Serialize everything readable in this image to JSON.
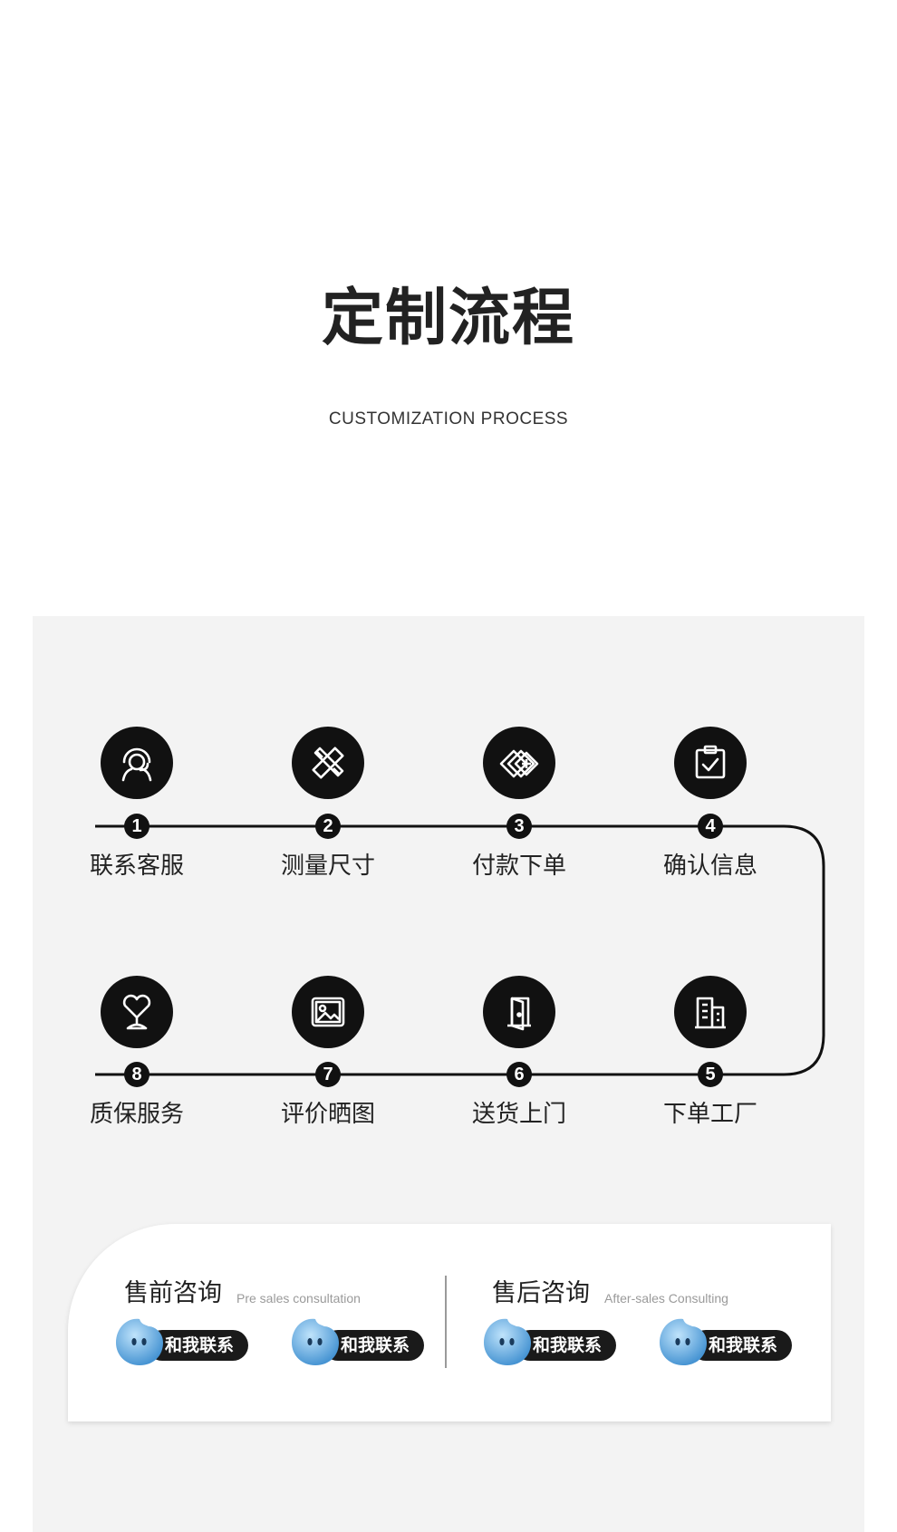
{
  "header": {
    "title": "定制流程",
    "subtitle": "CUSTOMIZATION PROCESS"
  },
  "steps": [
    {
      "num": "1",
      "label": "联系客服",
      "icon": "customer-service-icon"
    },
    {
      "num": "2",
      "label": "测量尺寸",
      "icon": "ruler-pencil-icon"
    },
    {
      "num": "3",
      "label": "付款下单",
      "icon": "cards-payment-icon"
    },
    {
      "num": "4",
      "label": "确认信息",
      "icon": "clipboard-check-icon"
    },
    {
      "num": "5",
      "label": "下单工厂",
      "icon": "factory-building-icon"
    },
    {
      "num": "6",
      "label": "送货上门",
      "icon": "door-icon"
    },
    {
      "num": "7",
      "label": "评价晒图",
      "icon": "image-icon"
    },
    {
      "num": "8",
      "label": "质保服务",
      "icon": "heart-trophy-icon"
    }
  ],
  "contact": {
    "presales": {
      "title": "售前咨询",
      "subtitle": "Pre sales consultation"
    },
    "aftersales": {
      "title": "售后咨询",
      "subtitle": "After-sales Consulting"
    },
    "buttons": [
      {
        "label": "和我联系"
      },
      {
        "label": "和我联系"
      },
      {
        "label": "和我联系"
      },
      {
        "label": "和我联系"
      }
    ]
  },
  "colors": {
    "background": "#ffffff",
    "panel": "#f3f3f3",
    "dark": "#111111",
    "qq_blue": "#4da3e0"
  }
}
